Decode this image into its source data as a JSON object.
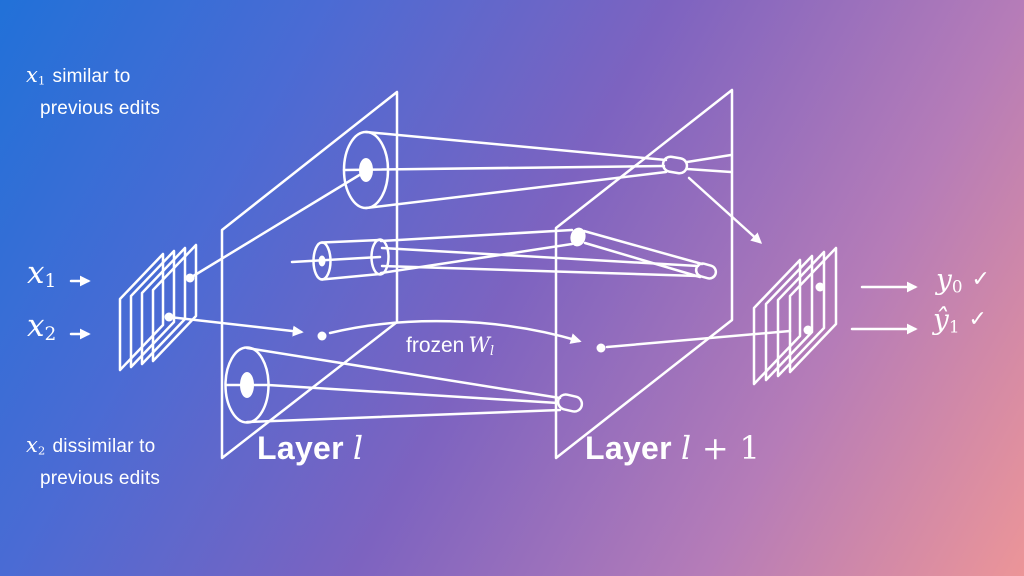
{
  "colors": {
    "bg_gradient": [
      "#2171d8",
      "#4a6bd4",
      "#7d63c0",
      "#b57cb8",
      "#ec9598"
    ],
    "line": "#ffffff",
    "text": "#ffffff"
  },
  "labels": {
    "note_top": {
      "math": "x",
      "sub": "1",
      "text1": "similar to",
      "text2": "previous edits"
    },
    "note_bottom": {
      "math": "x",
      "sub": "2",
      "text1": "dissimilar to",
      "text2": "previous edits"
    },
    "input_top": {
      "math": "x",
      "sub": "1"
    },
    "input_bottom": {
      "math": "x",
      "sub": "2"
    },
    "layer_l": {
      "word": "Layer",
      "math": "l"
    },
    "layer_l1": {
      "word": "Layer",
      "math": "l",
      "suffix": " + 1"
    },
    "frozen": {
      "word": "frozen",
      "math": "W",
      "sub": "l"
    },
    "output_top": {
      "math": "y",
      "sub": "0",
      "check": "✓"
    },
    "output_bottom": {
      "math": "ŷ",
      "sub": "1",
      "check": "✓"
    }
  }
}
